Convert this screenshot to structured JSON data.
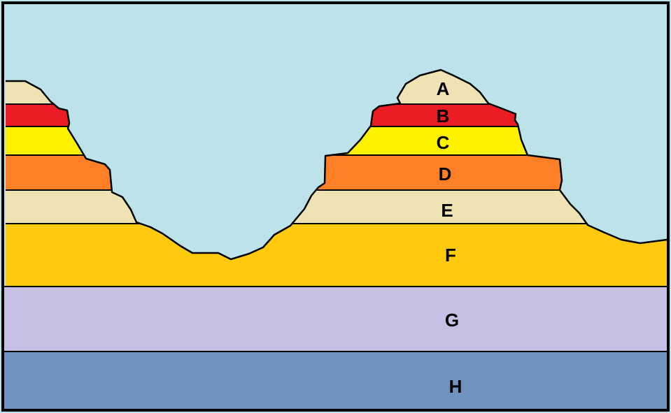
{
  "diagram": {
    "sky_color": "#bde3ea",
    "layers": [
      {
        "id": "A",
        "label": "A",
        "color": "#efe3b4"
      },
      {
        "id": "B",
        "label": "B",
        "color": "#ec1c24"
      },
      {
        "id": "C",
        "label": "C",
        "color": "#fff200"
      },
      {
        "id": "D",
        "label": "D",
        "color": "#ff7f27"
      },
      {
        "id": "E",
        "label": "E",
        "color": "#efe3b4"
      },
      {
        "id": "F",
        "label": "F",
        "color": "#ffc90e"
      },
      {
        "id": "G",
        "label": "G",
        "color": "#c8bfe7"
      },
      {
        "id": "H",
        "label": "H",
        "color": "#7092be"
      }
    ]
  }
}
